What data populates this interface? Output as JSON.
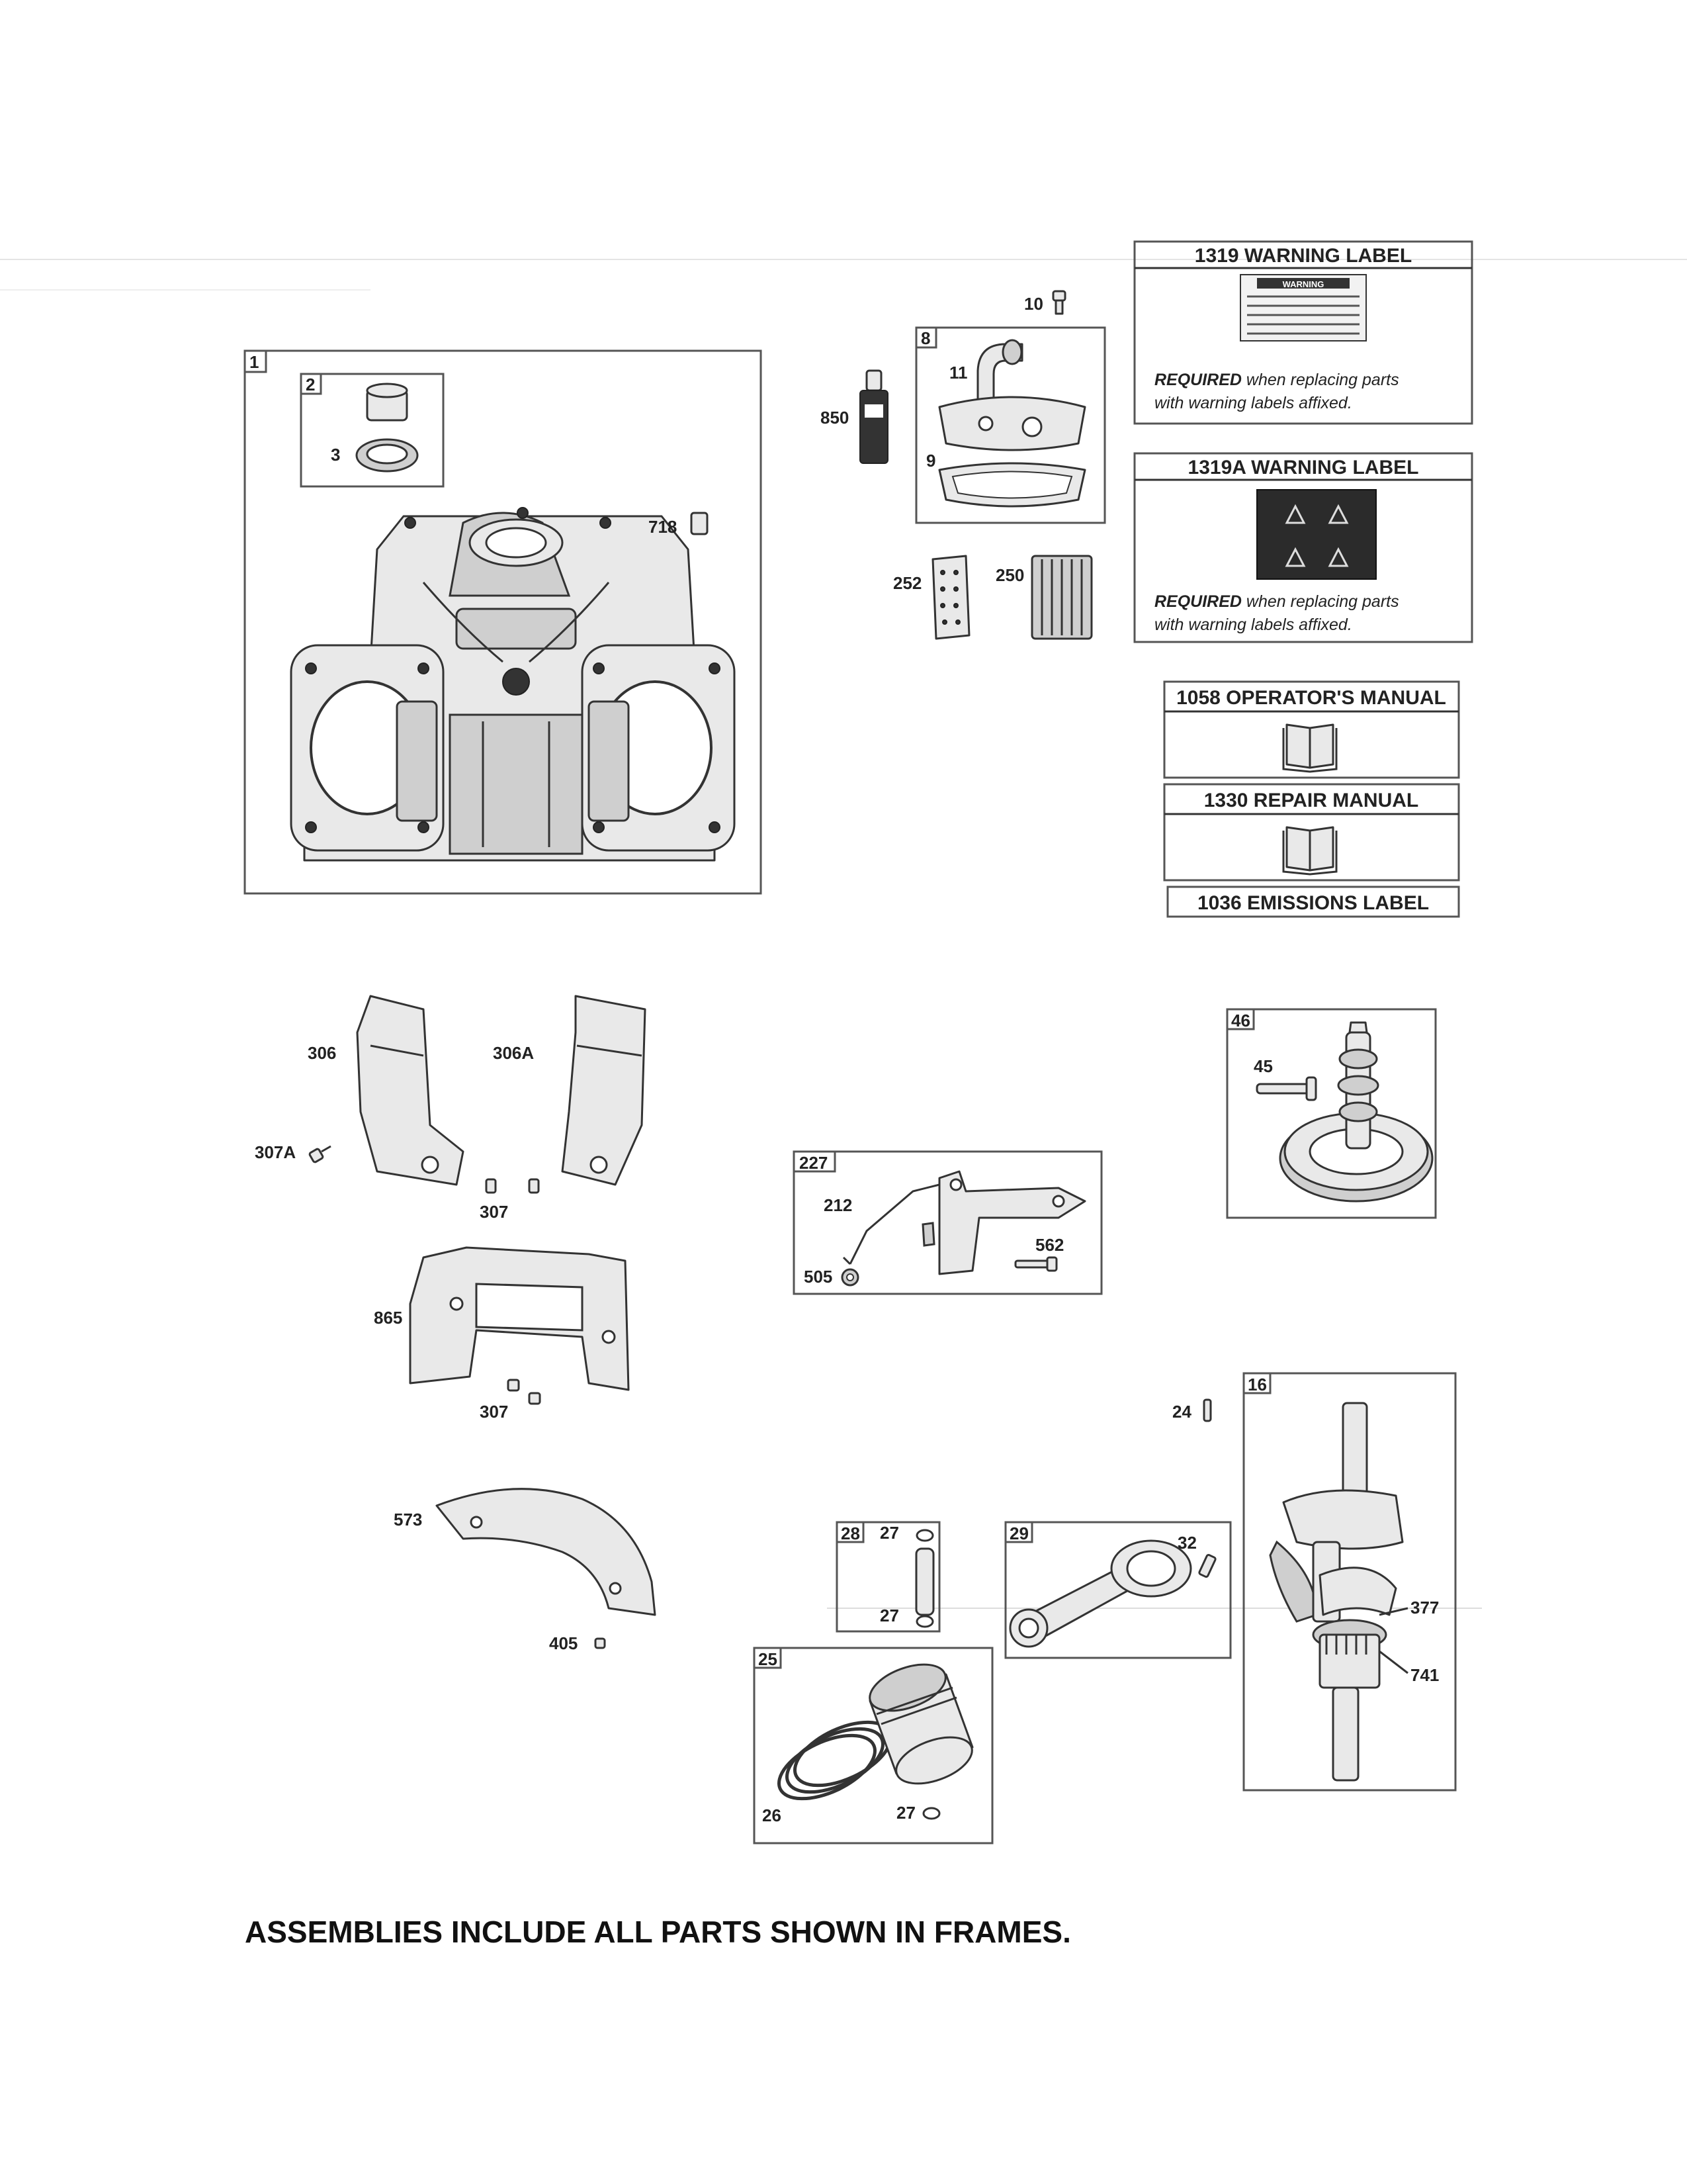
{
  "footer_note": "ASSEMBLIES INCLUDE ALL PARTS SHOWN IN FRAMES.",
  "warning_labels": {
    "label_1319": {
      "title": "1319 WARNING LABEL",
      "required": "REQUIRED",
      "note_1": "when replacing parts",
      "note_2": "with warning labels affixed."
    },
    "label_1319a": {
      "title": "1319A WARNING LABEL",
      "required": "REQUIRED",
      "note_1": "when replacing parts",
      "note_2": "with warning labels affixed."
    },
    "sticker_text": "WARNING"
  },
  "manuals": {
    "operators_manual": "1058 OPERATOR'S MANUAL",
    "repair_manual": "1330 REPAIR MANUAL",
    "emissions_label": "1036 EMISSIONS LABEL"
  },
  "frames": {
    "cylinder": "1",
    "bushing": "2",
    "breather": "8",
    "cam_gear": "46",
    "governor": "227",
    "crankshaft": "16",
    "pin": "28",
    "rod": "29",
    "piston": "25"
  },
  "callouts": {
    "p3": "3",
    "p718": "718",
    "p10": "10",
    "p11": "11",
    "p850": "850",
    "p9": "9",
    "p252": "252",
    "p250": "250",
    "p306": "306",
    "p306a": "306A",
    "p307a": "307A",
    "p307_top": "307",
    "p865": "865",
    "p307_bottom": "307",
    "p573": "573",
    "p405": "405",
    "p45": "45",
    "p212": "212",
    "p562": "562",
    "p505": "505",
    "p24": "24",
    "p27_top": "27",
    "p27_mid": "27",
    "p32": "32",
    "p377": "377",
    "p741": "741",
    "p26": "26",
    "p27_bottom": "27"
  }
}
